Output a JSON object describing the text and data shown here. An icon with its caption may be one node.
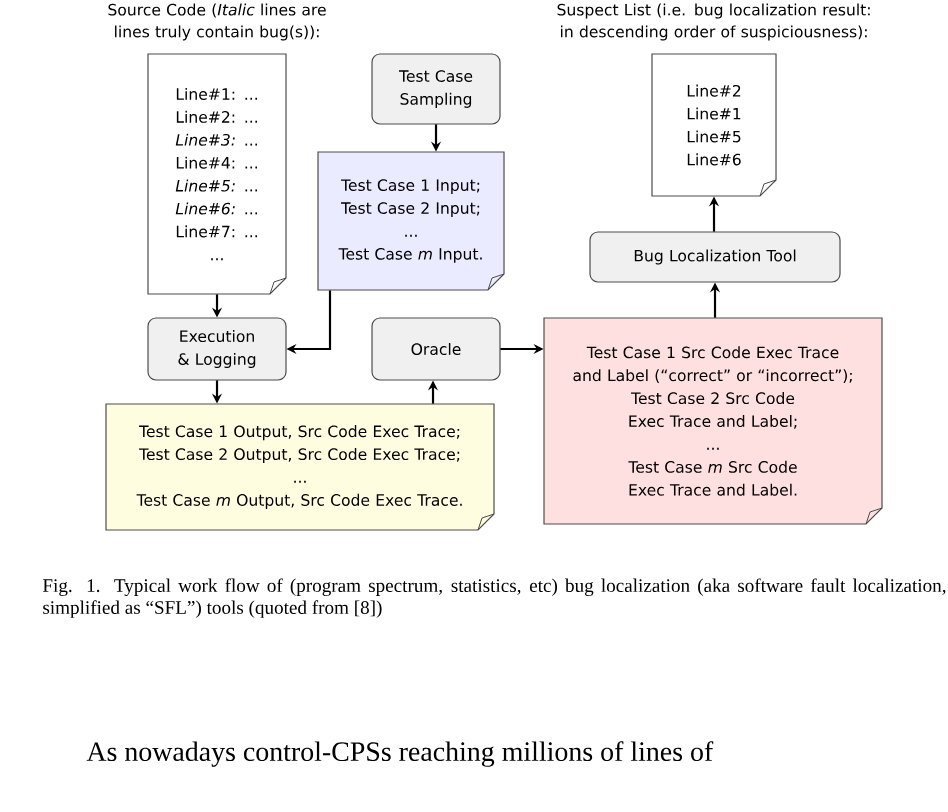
{
  "diagram": {
    "caption": "Fig. 1.  Typical work flow of (program spectrum, statistics, etc) bug localization (aka software fault localization, simplified as “SFL”) tools (quoted from [8])",
    "nodes": [
      {
        "text": [
          "Source Code (*Italic* lines are lines truly contain bug(s)):",
          "Line#1: ...",
          "Line#2: ...",
          "*Line#3:* ...",
          "Line#4: ...",
          "*Line#5:* ...",
          "*Line#6:* ...",
          "Line#7: ...",
          "..."
        ]
      },
      {
        "text": [
          "Test Case Sampling"
        ]
      },
      {
        "text": [
          "Test Case 1 Input;",
          "Test Case 2 Input;",
          "...",
          "Test Case *m* Input."
        ]
      },
      {
        "text": [
          "Execution & Logging"
        ]
      },
      {
        "text": [
          "Oracle"
        ]
      },
      {
        "text": [
          "Test Case 1 Output, Src Code Exec Trace;",
          "Test Case 2 Output, Src Code Exec Trace;",
          "...",
          "Test Case *m* Output, Src Code Exec Trace."
        ]
      },
      {
        "text": [
          "Test Case 1 Src Code Exec Trace and Label (“correct” or “incorrect”);",
          "Test Case 2 Src Code Exec Trace and Label;",
          "...",
          "Test Case *m* Src Code Exec Trace and Label."
        ]
      },
      {
        "text": [
          "Bug Localization Tool"
        ]
      },
      {
        "text": [
          "Suspect List (i.e. bug localization result: in descending order of suspiciousness):",
          "Line#2",
          "Line#1",
          "Line#5",
          "Line#6"
        ]
      }
    ],
    "edges": [
      {
        "from": 0,
        "to": 3,
        "arrow": "to"
      },
      {
        "from": 1,
        "to": 2,
        "arrow": "to"
      },
      {
        "from": 2,
        "to": 3,
        "arrow": "to"
      },
      {
        "from": 3,
        "to": 5,
        "arrow": "to"
      },
      {
        "from": 5,
        "to": 4,
        "arrow": "to"
      },
      {
        "from": 4,
        "to": 6,
        "arrow": "to"
      },
      {
        "from": 6,
        "to": 7,
        "arrow": "to"
      },
      {
        "from": 7,
        "to": 8,
        "arrow": "to"
      }
    ],
    "labels": [
      "As nowadays control-CPSs reaching millions of lines of"
    ]
  }
}
